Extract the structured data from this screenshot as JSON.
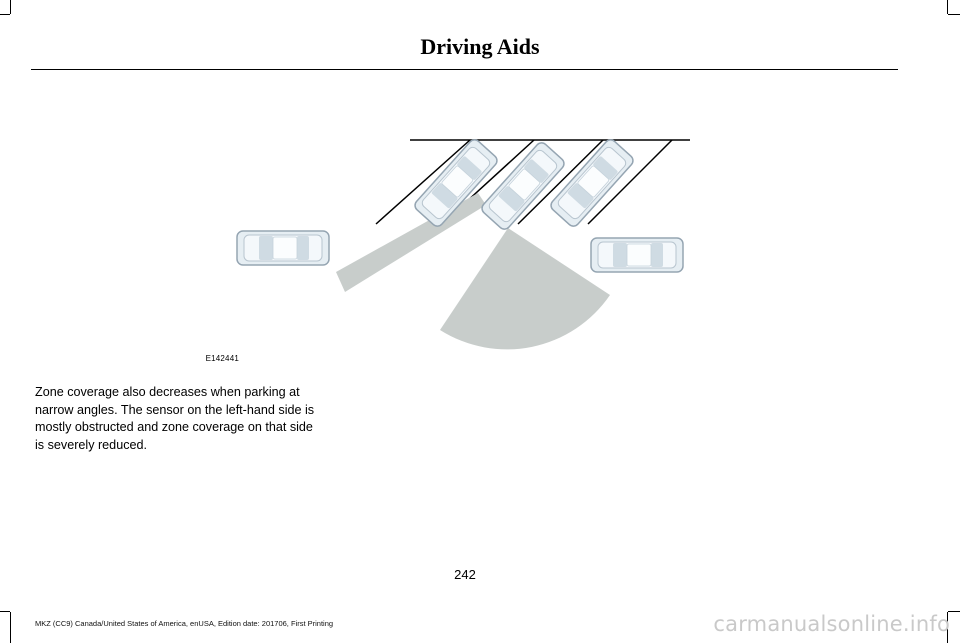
{
  "header": {
    "title": "Driving Aids"
  },
  "figure": {
    "id_label": "E142441",
    "description_icon": "parking-sensor-zone-diagram"
  },
  "body": {
    "paragraph": "Zone coverage also decreases when parking at narrow angles. The sensor on the left-hand side is mostly obstructed and zone coverage on that side is severely reduced."
  },
  "page_number": "242",
  "footer": {
    "edition": "MKZ (CC9) Canada/United States of America, enUSA, Edition date: 201706, First Printing"
  },
  "watermark": "carmanualsonline.info",
  "colors": {
    "zone": "#c8cdcb",
    "car_body": "#e6eef3",
    "car_edge": "#95a5b2",
    "line": "#000000"
  }
}
